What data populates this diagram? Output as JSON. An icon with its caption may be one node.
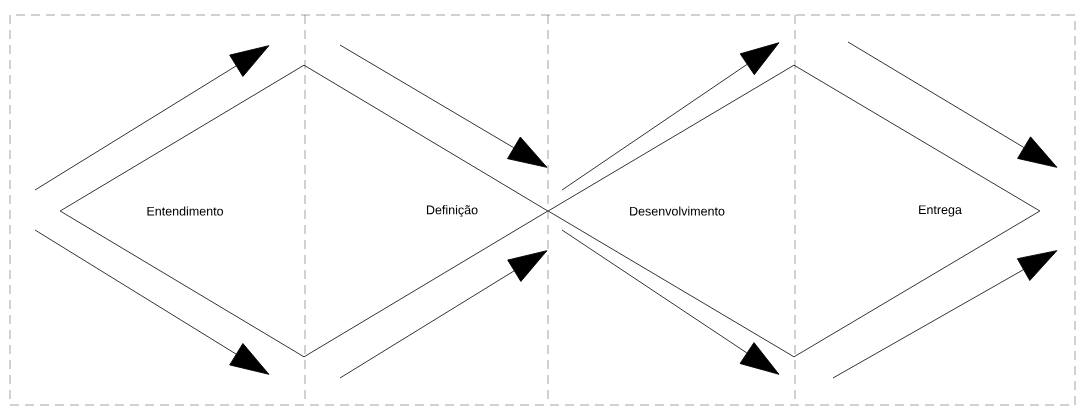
{
  "diagram": {
    "nodes": [
      {
        "text": [
          "Entendimento",
          "Definição"
        ]
      },
      {
        "text": [
          "Desenvolvimento",
          "Entrega"
        ]
      }
    ]
  }
}
